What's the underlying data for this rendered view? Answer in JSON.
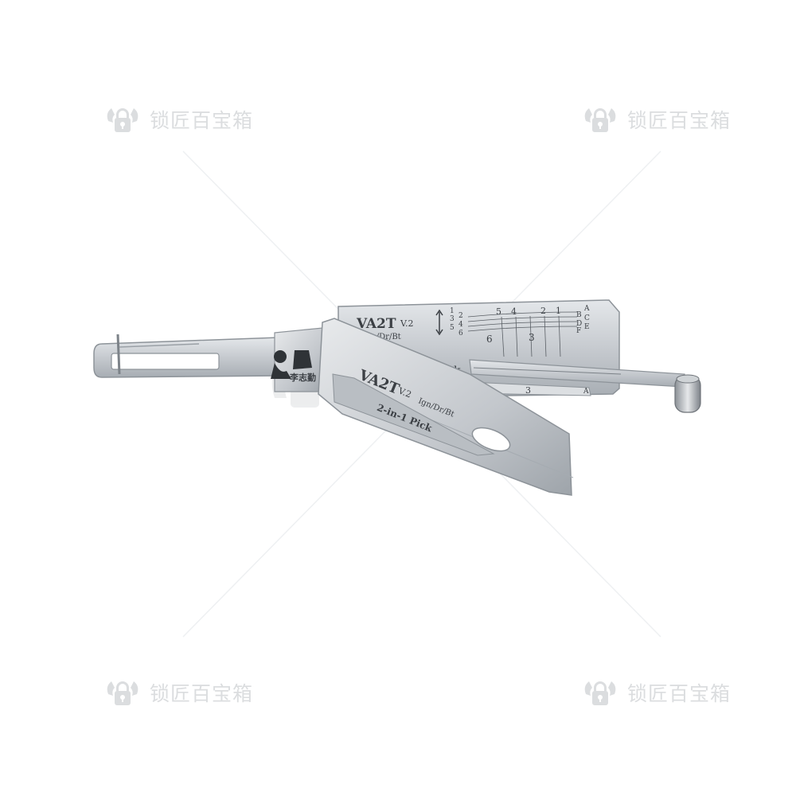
{
  "watermark": {
    "text": "锁匠百宝箱",
    "icon": "lock-shield-logo-icon",
    "color": "#9aa0a6"
  },
  "tool": {
    "upper_blade": {
      "model": "VA2T",
      "version": "V.2",
      "usage": "Ign/Dr/Bt",
      "left_numbers": [
        "1",
        "2",
        "3",
        "4",
        "5",
        "6"
      ],
      "top_numbers": [
        "5",
        "4",
        "2",
        "1"
      ],
      "right_letters": [
        "A",
        "B",
        "C",
        "D",
        "E",
        "F"
      ],
      "lower_numbers": [
        "6",
        "3"
      ],
      "partial_label": "1 Pick"
    },
    "front_blade": {
      "model": "VA2T",
      "version": "V.2",
      "usage": "Ign/Dr/Bt",
      "name": "2-in-1 Pick"
    },
    "handle_mark": "李志勤",
    "pick_numbers": [
      "2",
      "6",
      "3"
    ],
    "pick_letter": "A",
    "steel_color": "#c9cdd1",
    "steel_dark": "#8d9399"
  }
}
